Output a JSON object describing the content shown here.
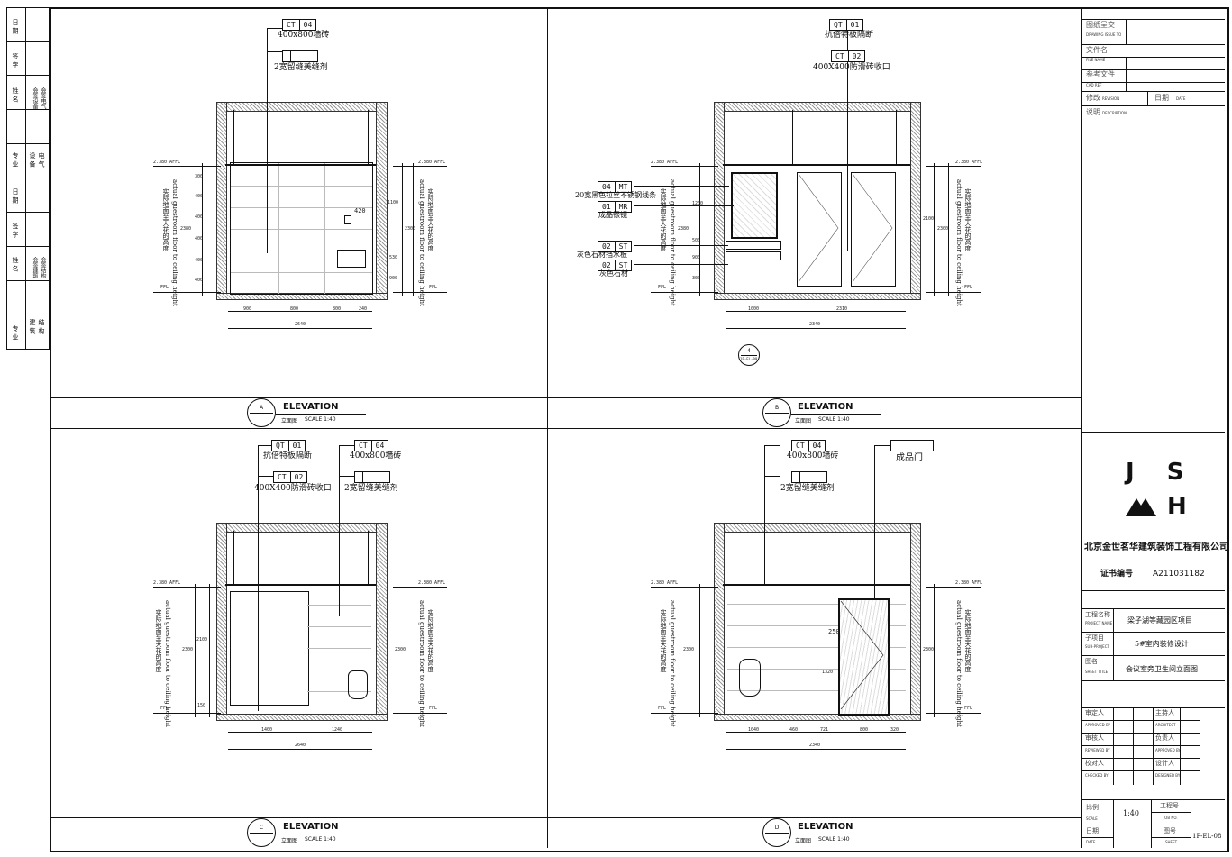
{
  "left_strip": {
    "labels": [
      "日 期",
      "签 字",
      "姓 名",
      "专 业",
      "日 期",
      "签 字",
      "姓 名",
      "专 业"
    ],
    "sub_labels": [
      "会签设备",
      "会签电气",
      "设 备",
      "电 气",
      "会签建筑",
      "会签结构",
      "建 筑",
      "结 构"
    ]
  },
  "panels": {
    "a": {
      "letter": "A",
      "title": "ELEVATION",
      "subtitle": "立面图",
      "scale": "SCALE 1:40",
      "tags": [
        {
          "code": "CT",
          "num": "04",
          "text": "400x800墙砖"
        },
        {
          "code": "",
          "num": "",
          "text": "2宽留缝美缝剂"
        }
      ],
      "dims_bottom": [
        "900",
        "800",
        "800",
        "240"
      ],
      "dim_total": "2640",
      "dims_right": [
        "1100",
        "2300",
        "530",
        "900"
      ],
      "dims_left": [
        "300",
        "400",
        "400",
        "400",
        "400",
        "400",
        "2380"
      ],
      "dim_note": "420",
      "level_top": "2.380 AFFL",
      "level_bot": "FFL",
      "vert_label_cn": "实际地面至天花的高度",
      "vert_label_en": "actual guestroom floor to ceiling height"
    },
    "b": {
      "letter": "B",
      "title": "ELEVATION",
      "subtitle": "立面图",
      "scale": "SCALE 1:40",
      "tags_top": [
        {
          "code": "QT",
          "num": "01",
          "text": "抗倍特板隔断"
        },
        {
          "code": "CT",
          "num": "02",
          "text": "400X400防滑砖收口"
        }
      ],
      "tags_left": [
        {
          "code": "04",
          "num": "MT",
          "text": "20宽黑色拉丝不锈钢线条"
        },
        {
          "code": "01",
          "num": "MR",
          "text": "成品银镜"
        },
        {
          "code": "02",
          "num": "ST",
          "text": "灰色石材挡水板"
        },
        {
          "code": "02",
          "num": "ST",
          "text": "灰色石材"
        }
      ],
      "dims_bottom": [
        "1000",
        "2310"
      ],
      "dim_total": "2340",
      "dims_right": [
        "2100",
        "2300"
      ],
      "dims_left": [
        "1200",
        "500",
        "900",
        "300",
        "2380"
      ],
      "section_mark": "4",
      "section_sub": "1F-EL-09",
      "level_top": "2.380 AFFL",
      "level_bot": "FFL"
    },
    "c": {
      "letter": "C",
      "title": "ELEVATION",
      "subtitle": "立面图",
      "scale": "SCALE 1:40",
      "tags": [
        {
          "code": "QT",
          "num": "01",
          "text": "抗倍特板隔断"
        },
        {
          "code": "CT",
          "num": "02",
          "text": "400X400防滑砖收口"
        },
        {
          "code": "CT",
          "num": "04",
          "text": "400x800墙砖"
        },
        {
          "code": "",
          "num": "",
          "text": "2宽留缝美缝剂"
        }
      ],
      "dims_bottom": [
        "1400",
        "1240"
      ],
      "dim_total": "2640",
      "dims_right": [
        "2300"
      ],
      "dims_left": [
        "2100",
        "2300",
        "150"
      ],
      "level_top": "2.380 AFFL",
      "level_bot": "FFL"
    },
    "d": {
      "letter": "D",
      "title": "ELEVATION",
      "subtitle": "立面图",
      "scale": "SCALE 1:40",
      "tags": [
        {
          "code": "CT",
          "num": "04",
          "text": "400x800墙砖"
        },
        {
          "code": "",
          "num": "",
          "text": "2宽留缝美缝剂"
        },
        {
          "code": "",
          "num": "",
          "text": "成品门"
        }
      ],
      "dims_bottom": [
        "1040",
        "460",
        "721",
        "800",
        "320"
      ],
      "dim_total": "2340",
      "dims_right": [
        "2300"
      ],
      "dims_left": [
        "2300",
        "1320"
      ],
      "dim_note": "250",
      "level_top": "2.380 AFFL",
      "level_bot": "FFL"
    }
  },
  "title_block": {
    "issue_label": "图纸呈交",
    "issue_en": "DRAWING ISSUE TO",
    "file_label": "文件名",
    "file_en": "FILE NAME",
    "ref_label": "参考文件",
    "ref_en": "CAD REF",
    "rev_label": "修改",
    "rev_en": "REVISION",
    "date_label": "日期",
    "date_en": "DATE",
    "desc_label": "说明",
    "desc_en": "DESCRIPTION",
    "logo_top": "J  S",
    "logo_bottom": "H",
    "company": "北京金世茗华建筑装饰工程有限公司",
    "cert_label": "证书编号",
    "cert_no": "A211031182",
    "project_label": "工程名称",
    "project_en": "PROJECT NAME",
    "project": "梁子湖等藏园区项目",
    "sub_label": "子项目",
    "sub_en": "SUB-PROJECT",
    "sub": "5#室内装修设计",
    "sheet_title_label": "图名",
    "sheet_title_en": "SHEET TITLE",
    "sheet_title": "会议室旁卫生间立面图",
    "roles": [
      {
        "cn": "审定人",
        "en": "APPROVED BY"
      },
      {
        "cn": "审核人",
        "en": "REVIEWED BY"
      },
      {
        "cn": "校对人",
        "en": "CHECKED BY"
      }
    ],
    "roles_right": [
      {
        "cn": "主持人",
        "en": "ARCHITECT"
      },
      {
        "cn": "负责人",
        "en": "APPROVED BY"
      },
      {
        "cn": "设计人",
        "en": "DESIGNED BY"
      }
    ],
    "scale_label": "比例",
    "scale_en": "SCALE",
    "scale": "1:40",
    "job_label": "工程号",
    "job_en": "JOB NO.",
    "day_label": "日期",
    "day_en": "DATE",
    "sheet_label": "图号",
    "sheet_en": "SHEET",
    "sheet_no": "1F-EL-08"
  }
}
